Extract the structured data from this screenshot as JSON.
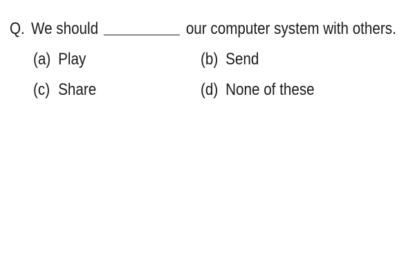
{
  "question": {
    "label": "Q.",
    "text_before": "We should",
    "text_after": "our computer system with others."
  },
  "options": [
    {
      "letter": "(a)",
      "text": "Play"
    },
    {
      "letter": "(b)",
      "text": "Send"
    },
    {
      "letter": "(c)",
      "text": "Share"
    },
    {
      "letter": "(d)",
      "text": "None of these"
    }
  ]
}
